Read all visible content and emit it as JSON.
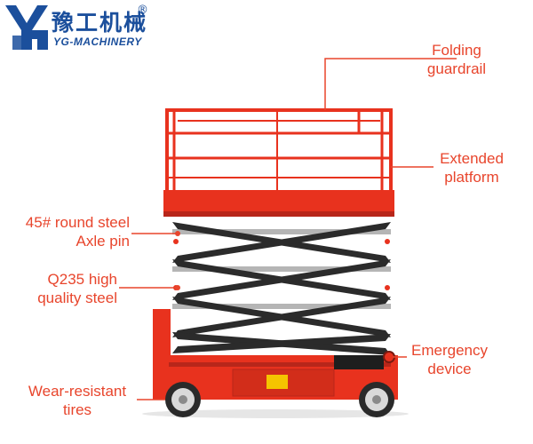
{
  "brand": {
    "chinese_name": "豫工机械",
    "english_name": "YG-MACHINERY",
    "registered_mark": "®"
  },
  "callouts": {
    "folding_guardrail": {
      "line1": "Folding",
      "line2": "guardrail"
    },
    "extended_platform": {
      "line1": "Extended",
      "line2": "platform"
    },
    "axle_pin": {
      "line1": "45# round steel",
      "line2": "Axle pin"
    },
    "quality_steel": {
      "line1": "Q235 high",
      "line2": "quality steel"
    },
    "emergency_device": {
      "line1": "Emergency",
      "line2": "device"
    },
    "tires": {
      "line1": "Wear-resistant",
      "line2": "tires"
    }
  },
  "colors": {
    "accent": "#e8452c",
    "machine_red": "#e8321e",
    "scissor_black": "#2b2b2b",
    "brand_blue": "#1b4f9c"
  }
}
